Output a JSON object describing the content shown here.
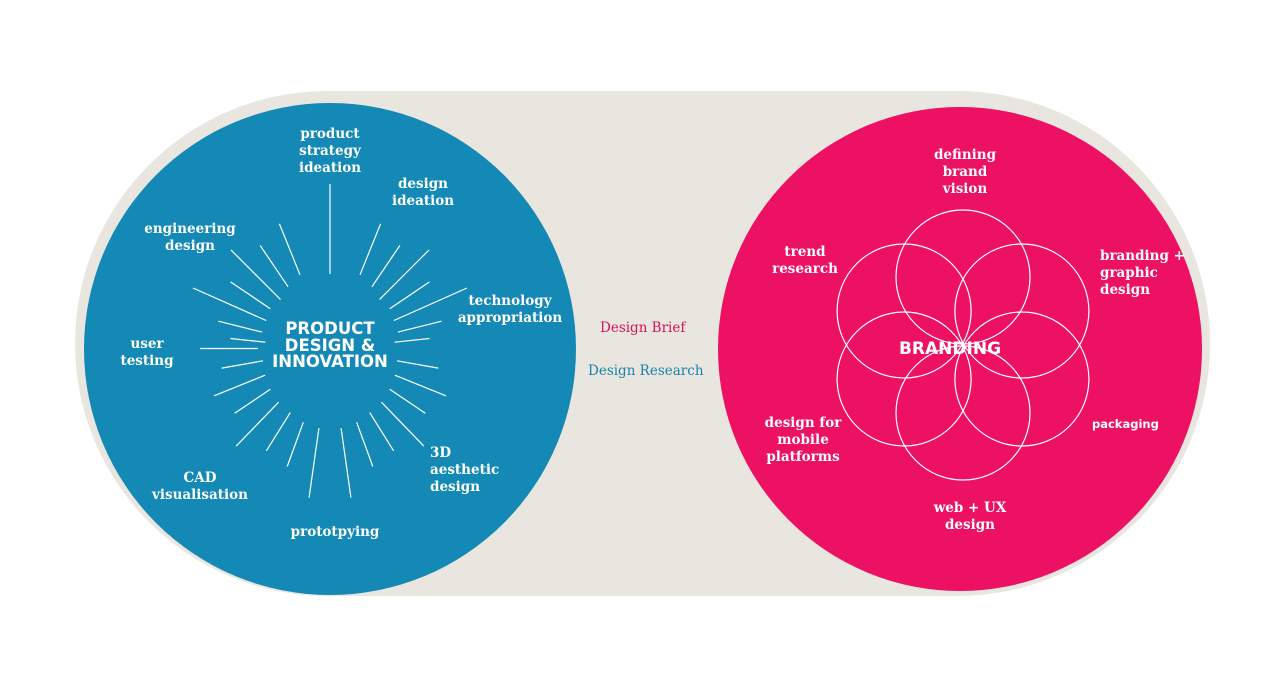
{
  "colors": {
    "background": "#ffffff",
    "capsule": "#e8e6df",
    "left_circle": "#1489b5",
    "right_circle": "#ed1164",
    "brief_text": "#d8125e",
    "research_text": "#1b82ad"
  },
  "left": {
    "title": [
      "PRODUCT",
      "DESIGN &",
      "INNOVATION"
    ],
    "labels": {
      "product_strategy": [
        "product",
        "strategy",
        "ideation"
      ],
      "design_ideation": [
        "design",
        "ideation"
      ],
      "technology": [
        "technology",
        "appropriation"
      ],
      "aesthetic": [
        "3D",
        "aesthetic",
        "design"
      ],
      "prototyping": [
        "prototpying"
      ],
      "cad": [
        "CAD",
        "visualisation"
      ],
      "user_testing": [
        "user",
        "testing"
      ],
      "engineering": [
        "engineering",
        "design"
      ]
    }
  },
  "right": {
    "title": "BRANDING",
    "labels": {
      "brand_vision": [
        "defining",
        "brand",
        "vision"
      ],
      "branding_graphic": [
        "branding +",
        "graphic",
        "design"
      ],
      "packaging": "packaging",
      "web_ux": [
        "web + UX",
        "design"
      ],
      "mobile": [
        "design for",
        "mobile",
        "platforms"
      ],
      "trend": [
        "trend",
        "research"
      ]
    }
  },
  "connector": {
    "brief": "Design Brief",
    "research": "Design Research"
  }
}
